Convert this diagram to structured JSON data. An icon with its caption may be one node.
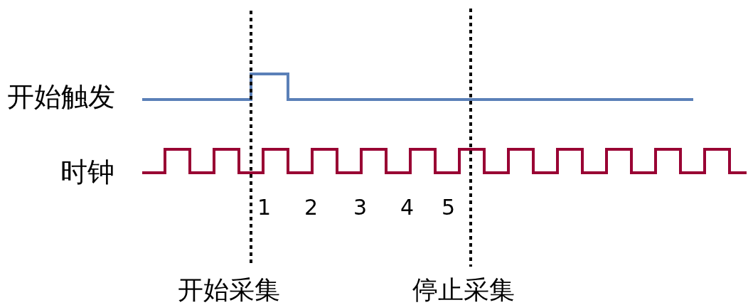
{
  "diagram": {
    "labels": [
      "开始触发",
      "时钟",
      "1",
      "2",
      "3",
      "4",
      "5",
      "开始采集",
      "停止采集"
    ]
  }
}
